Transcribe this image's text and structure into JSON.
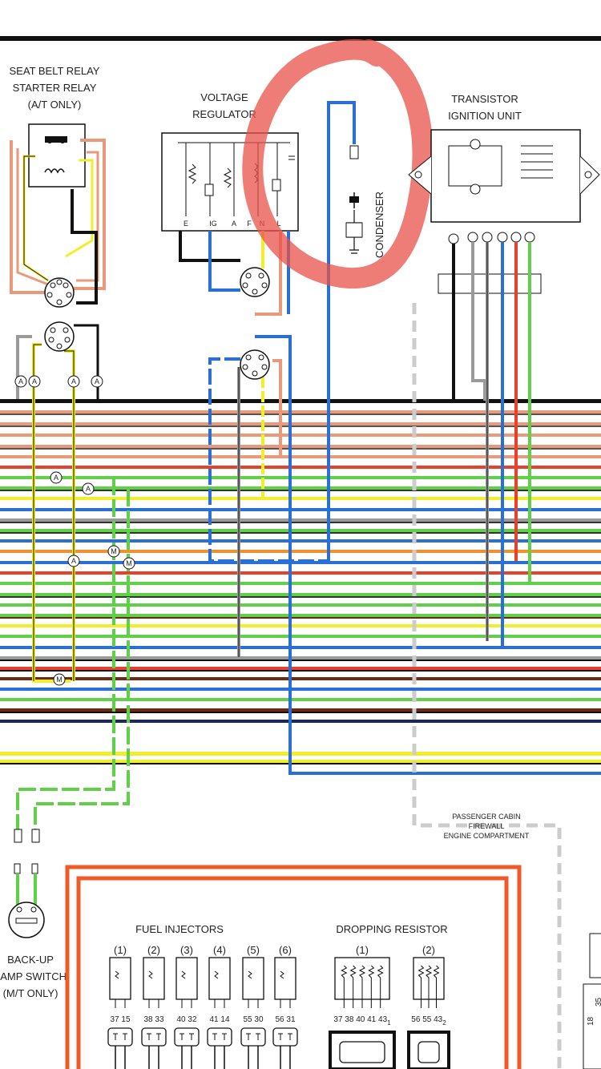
{
  "labels": {
    "seat_belt_relay_line1": "SEAT BELT RELAY",
    "seat_belt_relay_line2": "STARTER RELAY",
    "seat_belt_relay_line3": "(A/T ONLY)",
    "voltage_regulator_line1": "VOLTAGE",
    "voltage_regulator_line2": "REGULATOR",
    "transistor_line1": "TRANSISTOR",
    "transistor_line2": "IGNITION UNIT",
    "condenser": "CONDENSER",
    "firewall_line1": "PASSENGER CABIN",
    "firewall_line2": "FIREWALL",
    "firewall_line3": "ENGINE COMPARTMENT",
    "backup_line1": "BACK-UP",
    "backup_line2": "LAMP SWITCH",
    "backup_line3": "(M/T ONLY)",
    "fuel_injectors": "FUEL INJECTORS",
    "dropping_resistor": "DROPPING RESISTOR"
  },
  "regulator_terminals": [
    "E",
    "IG",
    "A",
    "F",
    "N",
    "L"
  ],
  "connector_markers": {
    "a": "A",
    "m": "M"
  },
  "injectors": [
    {
      "label": "(1)",
      "pins": "37 15"
    },
    {
      "label": "(2)",
      "pins": "38 33"
    },
    {
      "label": "(3)",
      "pins": "40 32"
    },
    {
      "label": "(4)",
      "pins": "41 14"
    },
    {
      "label": "(5)",
      "pins": "55 30"
    },
    {
      "label": "(6)",
      "pins": "56 31"
    }
  ],
  "dropping_resistor_units": [
    {
      "label": "(1)",
      "pins": "37 38 40 41 43",
      "sub": "1"
    },
    {
      "label": "(2)",
      "pins": "56 55 43",
      "sub": "2"
    }
  ],
  "edge_pins": [
    "18",
    "35"
  ],
  "colors": {
    "black": "#111111",
    "red": "#e8402a",
    "orange_red": "#f05a28",
    "salmon": "#e89a7a",
    "green": "#5fd048",
    "yellow": "#f2ee2a",
    "blue": "#2a6fd6",
    "grey": "#9a9a9a",
    "brown": "#6a2a14",
    "dark_blue": "#1b2a55",
    "annotation_circle": "#e8504a"
  }
}
